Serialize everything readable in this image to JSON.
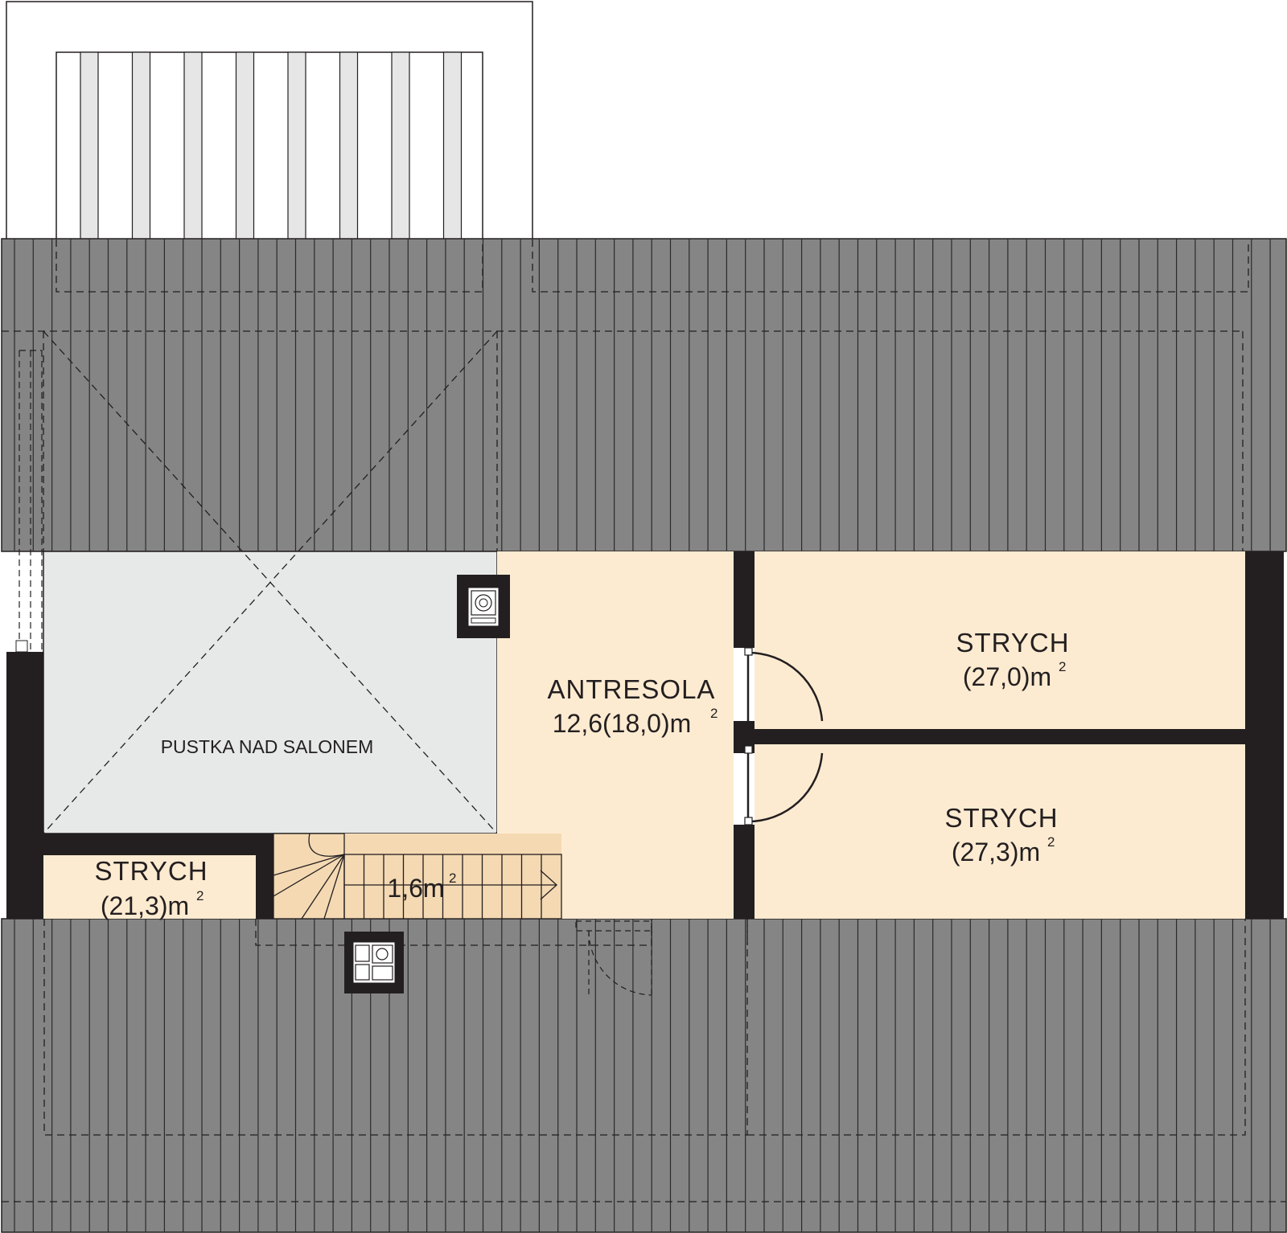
{
  "rooms": {
    "void": {
      "name": "PUSTKA NAD SALONEM"
    },
    "mezzanine": {
      "name": "ANTRESOLA",
      "area": "12,6(18,0)m",
      "sup": "2"
    },
    "attic_top": {
      "name": "STRYCH",
      "area": "(27,0)m",
      "sup": "2"
    },
    "attic_bottom": {
      "name": "STRYCH",
      "area": "(27,3)m",
      "sup": "2"
    },
    "attic_left": {
      "name": "STRYCH",
      "area": "(21,3)m",
      "sup": "2"
    },
    "stairs": {
      "area": "1,6m",
      "sup": "2"
    }
  },
  "colors": {
    "roof": "#858585",
    "roof_line": "#2b2b2b",
    "room": "#fdebd1",
    "void": "#e7e9e8",
    "stairs": "#f4d9b3",
    "wall": "#231f20",
    "pergola_slat": "#e6e6e6"
  },
  "icons": [
    "chimney-icon",
    "ventilation-chimney-icon",
    "door-swing-icon",
    "staircase-icon"
  ]
}
